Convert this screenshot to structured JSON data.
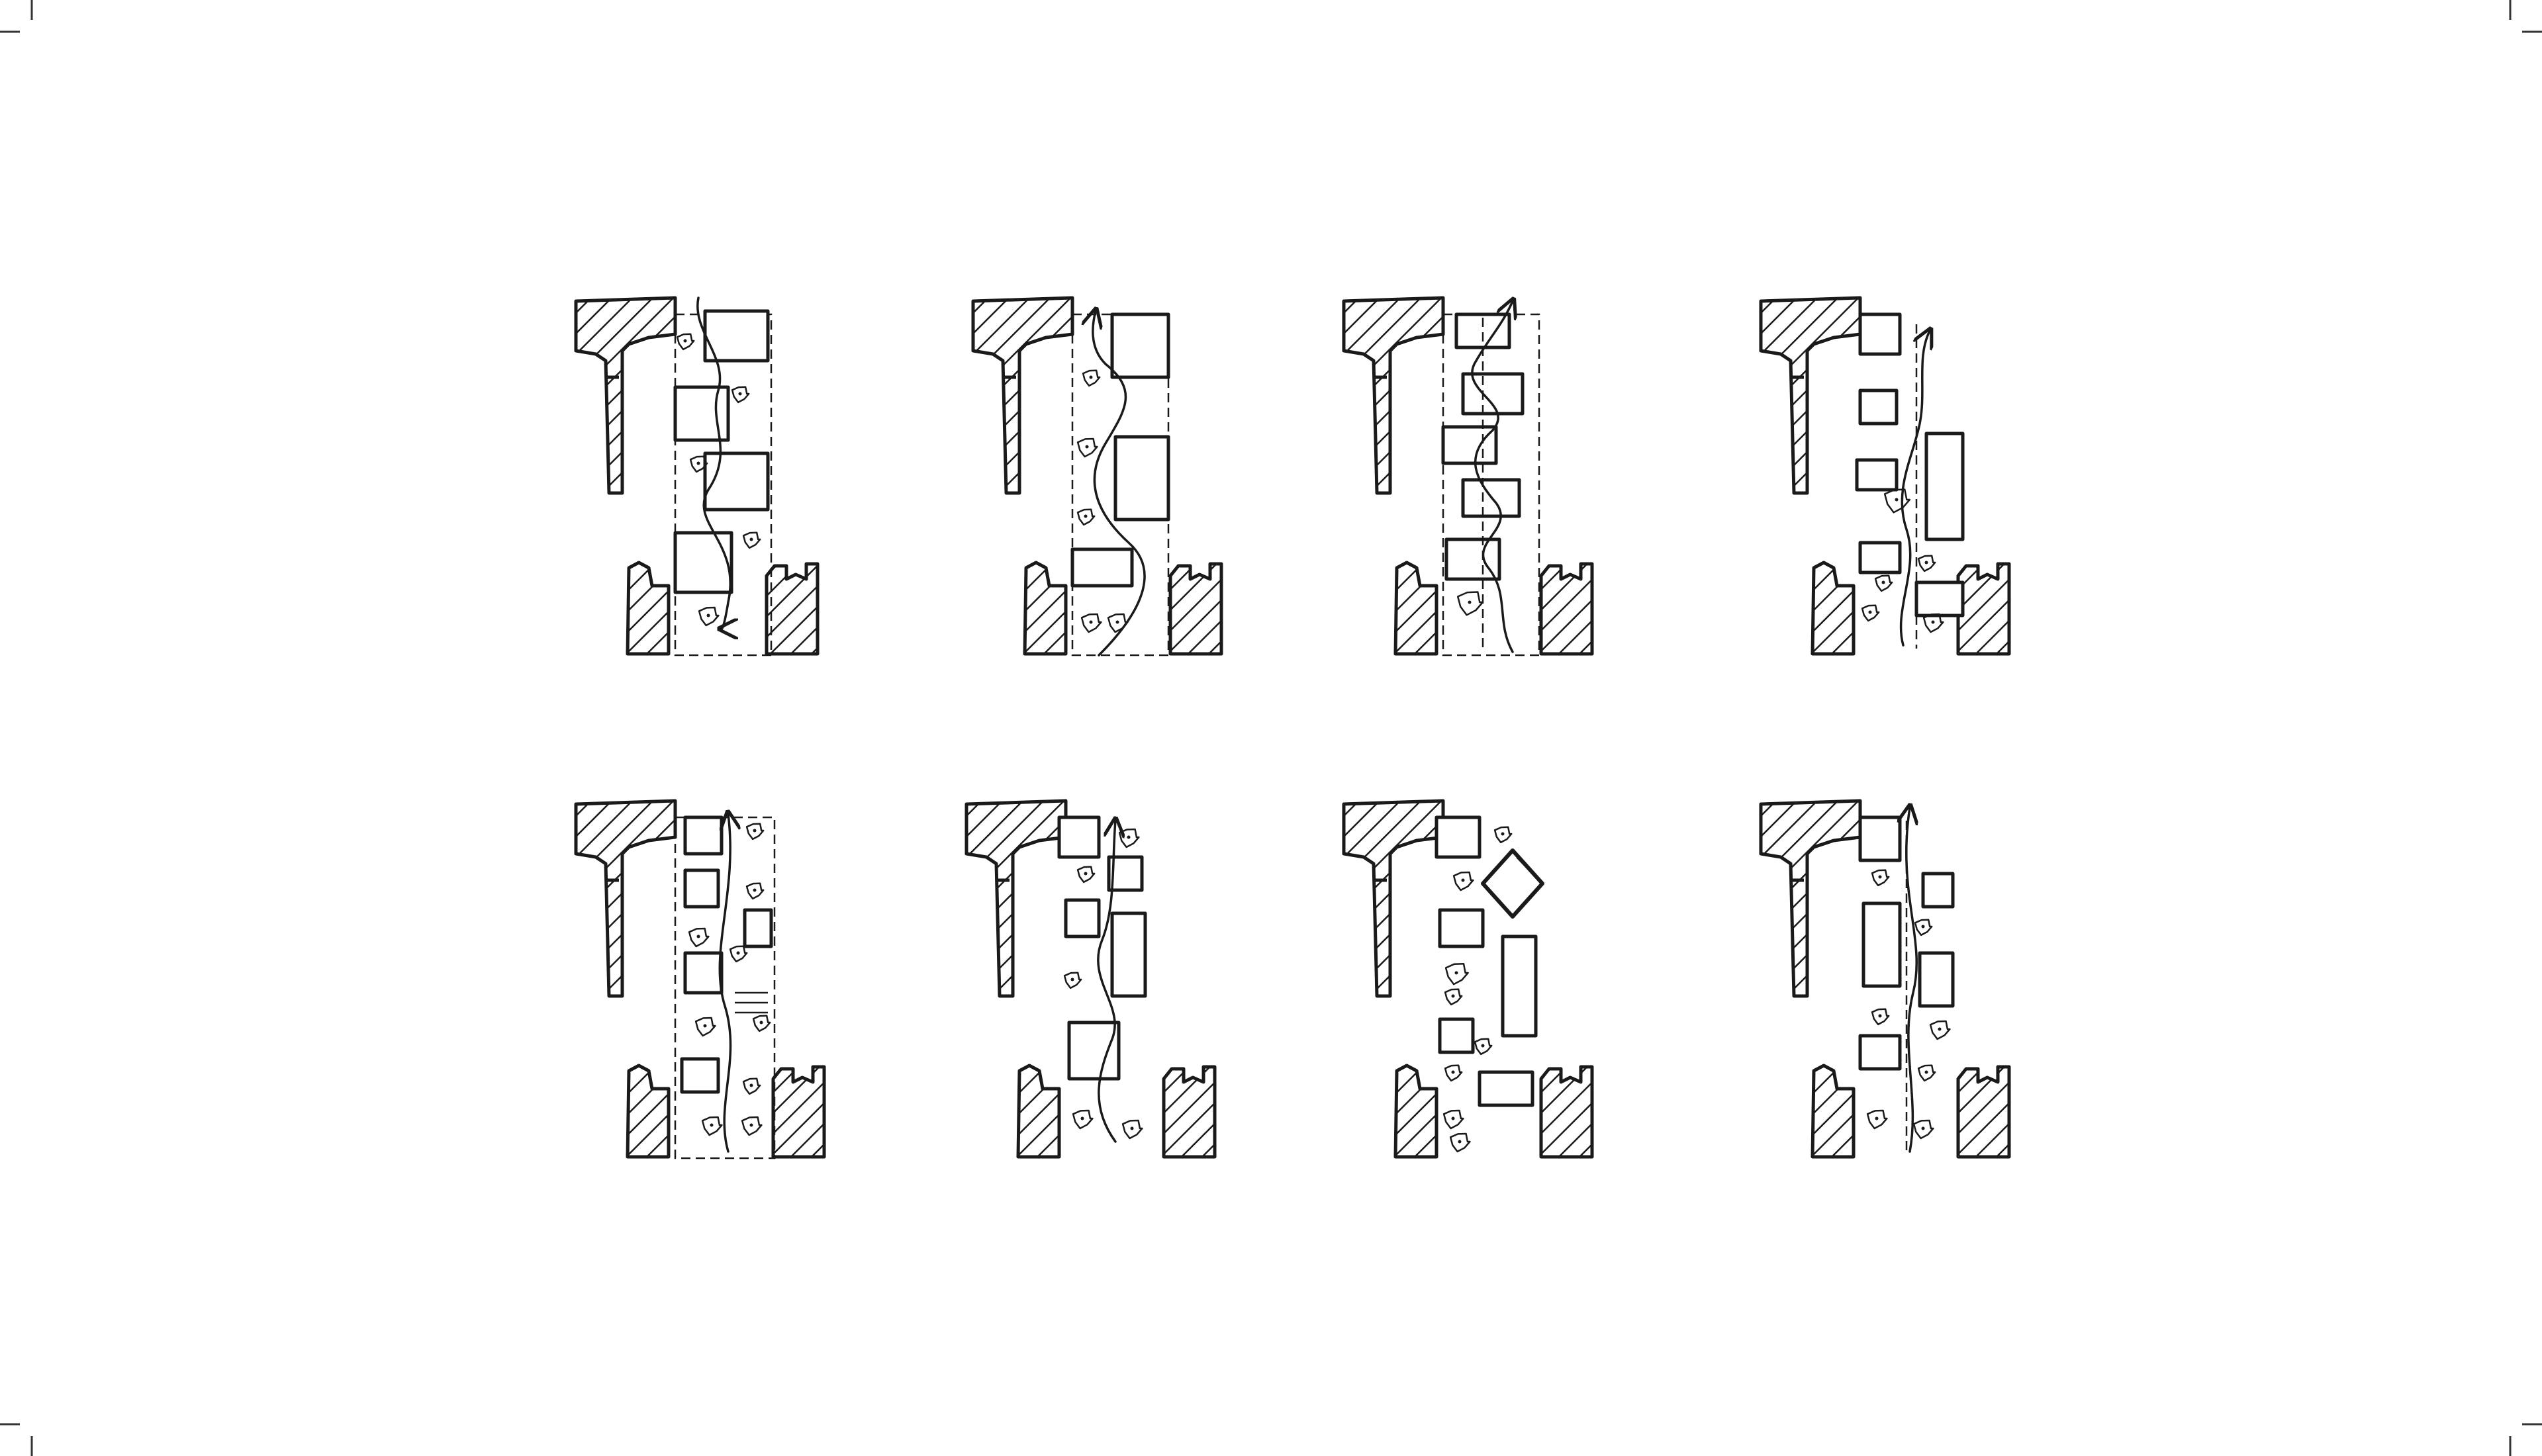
{
  "sheet": {
    "title": "",
    "background": "#ffffff",
    "ink": "#1a1a1a"
  },
  "diagrams": [
    {
      "variant": "offset blocks, winding path"
    },
    {
      "variant": "two blocks, long meander"
    },
    {
      "variant": "central block column"
    },
    {
      "variant": "loose scattered blocks"
    },
    {
      "variant": "dense paired blocks"
    },
    {
      "variant": "small block clusters"
    },
    {
      "variant": "rotated pavilion"
    },
    {
      "variant": "linear spine"
    }
  ]
}
